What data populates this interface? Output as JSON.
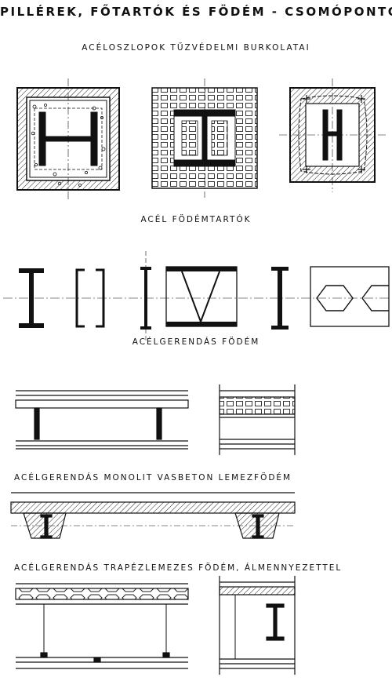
{
  "title": "PILLÉREK, FŐTARTÓK ÉS FÖDÉM - CSOMÓPONTOK",
  "sections": [
    {
      "label": "ACÉLOSZLOPOK TŰZVÉDELMI BURKOLATAI"
    },
    {
      "label": "ACÉL FÖDÉMTARTÓK"
    },
    {
      "label": "ACÉLGERENDÁS FÖDÉM"
    },
    {
      "label": "ACÉLGERENDÁS MONOLIT VASBETON LEMEZFÖDÉM"
    },
    {
      "label": "ACÉLGERENDÁS TRAPÉZLEMEZES FÖDÉM, ÁLMENNYEZETTEL"
    }
  ]
}
